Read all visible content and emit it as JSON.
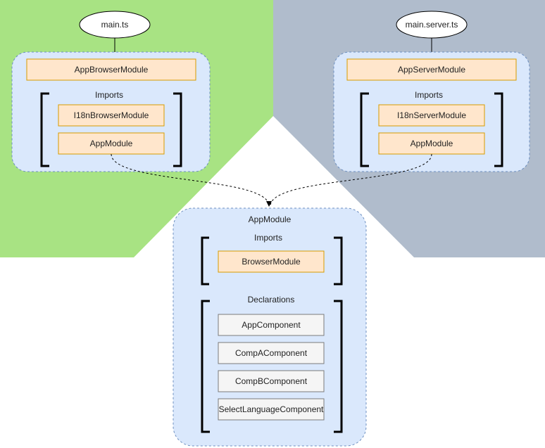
{
  "colors": {
    "browser_region": "#a8e383",
    "server_region": "#b0bccc",
    "container_fill": "#dae8fc",
    "container_stroke": "#6c8ebf",
    "module_fill": "#ffe6cc",
    "module_stroke": "#d79b00",
    "component_fill": "#f5f5f5",
    "component_stroke": "#7a7a7a"
  },
  "browser": {
    "entry": "main.ts",
    "module": "AppBrowserModule",
    "imports_label": "Imports",
    "imports": [
      "I18nBrowserModule",
      "AppModule"
    ]
  },
  "server": {
    "entry": "main.server.ts",
    "module": "AppServerModule",
    "imports_label": "Imports",
    "imports": [
      "I18nServerModule",
      "AppModule"
    ]
  },
  "app_module": {
    "title": "AppModule",
    "imports_label": "Imports",
    "imports": [
      "BrowserModule"
    ],
    "declarations_label": "Declarations",
    "declarations": [
      "AppComponent",
      "CompAComponent",
      "CompBComponent",
      "SelectLanguageComponent"
    ]
  }
}
